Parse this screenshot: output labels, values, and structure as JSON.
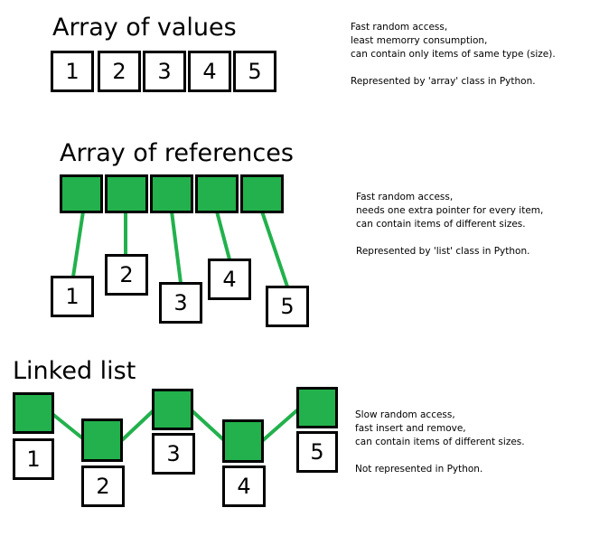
{
  "sections": {
    "values": {
      "title": "Array of values",
      "items": [
        "1",
        "2",
        "3",
        "4",
        "5"
      ],
      "notes": [
        "Fast random access,",
        "least memorry consumption,",
        "can contain only items of same type (size).",
        "",
        "Represented by 'array' class in Python."
      ]
    },
    "references": {
      "title": "Array of references",
      "items": [
        "1",
        "2",
        "3",
        "4",
        "5"
      ],
      "notes": [
        "Fast random access,",
        "needs one extra pointer for every item,",
        "can contain items of different sizes.",
        "",
        "Represented by 'list' class in Python."
      ]
    },
    "linked": {
      "title": "Linked list",
      "items": [
        "1",
        "2",
        "3",
        "4",
        "5"
      ],
      "notes": [
        "Slow random access,",
        "fast insert and remove,",
        "can contain items of different sizes.",
        "",
        "Not represented in Python."
      ]
    }
  },
  "colors": {
    "node_fill": "#22b14c",
    "link_line": "#22b14c",
    "border": "#000000"
  }
}
